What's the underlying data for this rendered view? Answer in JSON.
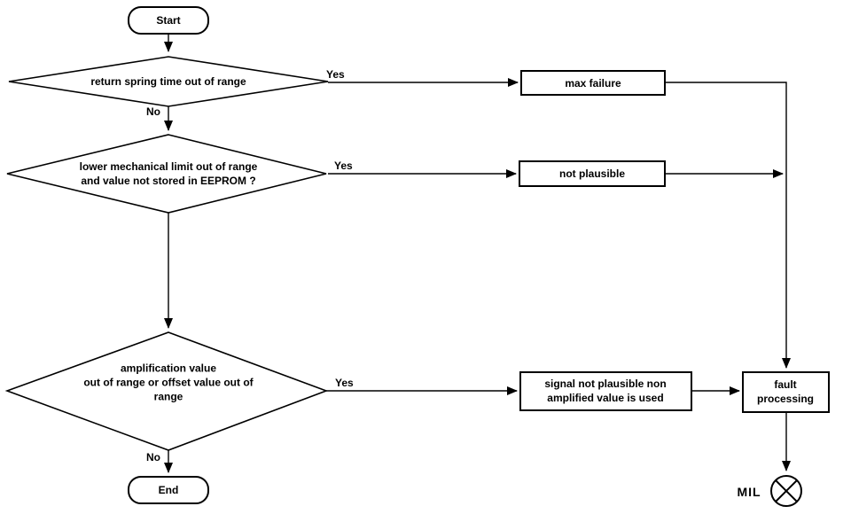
{
  "nodes": {
    "start": {
      "label": "Start"
    },
    "decision1": {
      "label": "return spring time out of range"
    },
    "decision2": {
      "label": "lower mechanical limit out of range\nand value not stored in EEPROM ?"
    },
    "decision3": {
      "label": "amplification value\nout of range or offset value out of\nrange"
    },
    "max_failure": {
      "label": "max failure"
    },
    "not_plausible": {
      "label": "not plausible"
    },
    "signal_not_plausible": {
      "label": "signal not plausible non\namplified value is used"
    },
    "fault_processing": {
      "label": "fault\nprocessing"
    },
    "end": {
      "label": "End"
    },
    "mil": {
      "label": "MIL"
    }
  },
  "edge_labels": {
    "decision1_yes": "Yes",
    "decision1_no": "No",
    "decision2_yes": "Yes",
    "decision3_yes": "Yes",
    "decision3_no": "No"
  },
  "colors": {
    "stroke": "#000000",
    "background": "#ffffff",
    "text": "#000000"
  }
}
